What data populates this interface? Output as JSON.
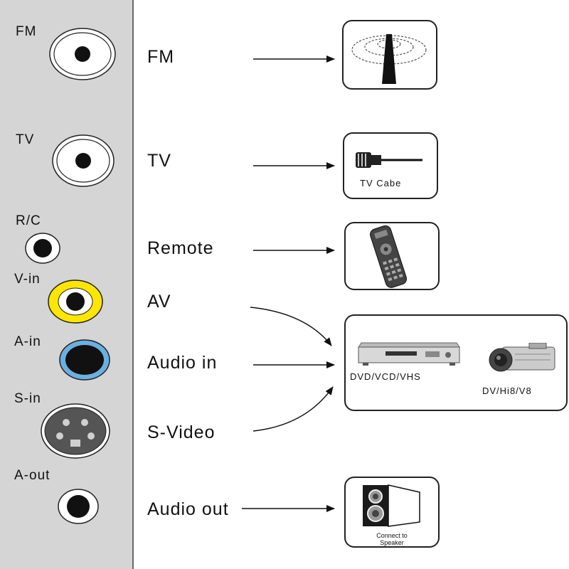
{
  "panel": {
    "ports": [
      {
        "id": "fm",
        "label": "FM"
      },
      {
        "id": "tv",
        "label": "TV"
      },
      {
        "id": "rc",
        "label": "R/C"
      },
      {
        "id": "vin",
        "label": "V-in"
      },
      {
        "id": "ain",
        "label": "A-in"
      },
      {
        "id": "sin",
        "label": "S-in"
      },
      {
        "id": "aout",
        "label": "A-out"
      }
    ]
  },
  "connections": {
    "fm": "FM",
    "tv": "TV",
    "remote": "Remote",
    "av": "AV",
    "audio_in": "Audio in",
    "svideo": "S-Video",
    "audio_out": "Audio out"
  },
  "devices": {
    "antenna": {
      "icon": "fm-antenna-icon"
    },
    "tv_cable": {
      "icon": "tv-cable-connector-icon",
      "caption": "TV Cabe"
    },
    "remote": {
      "icon": "remote-control-icon"
    },
    "players": {
      "icons": [
        "dvd-player-icon",
        "camcorder-icon"
      ],
      "caption_left": "DVD/VCD/VHS",
      "caption_right": "DV/Hi8/V8"
    },
    "speaker": {
      "icon": "speaker-icon",
      "caption_line1": "Connect to",
      "caption_line2": "Speaker"
    }
  },
  "colors": {
    "panel": "#d5d5d5",
    "video_in": "#ffe600",
    "audio_in": "#6ab0e0",
    "svideo_body": "#555555"
  }
}
